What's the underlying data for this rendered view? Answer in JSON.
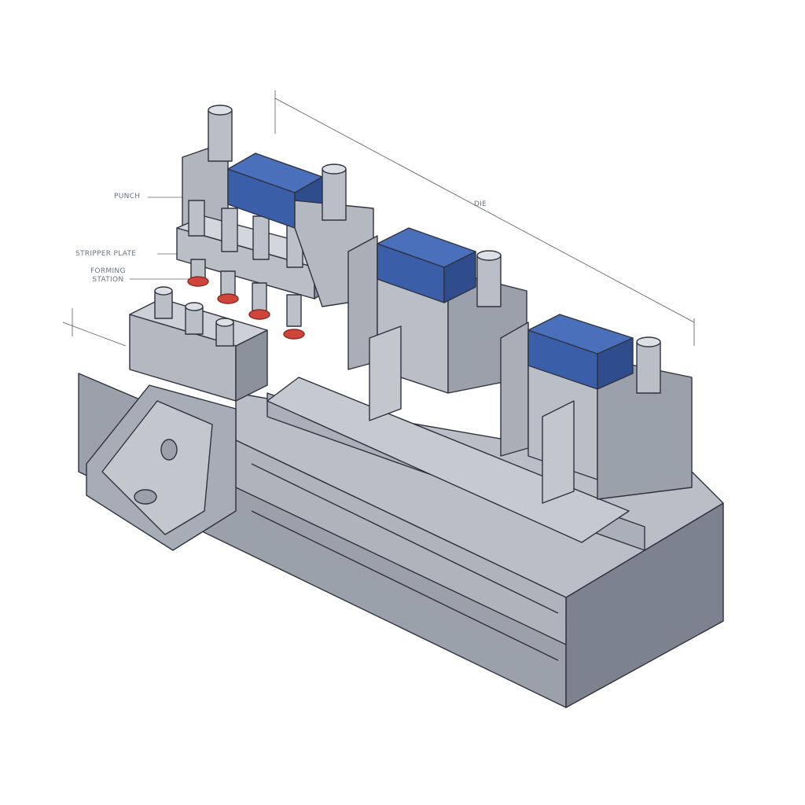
{
  "labels": {
    "punch": "PUNCH",
    "stripper_plate": "STRIPPER PLATE",
    "forming_station_line1": "FORMING",
    "forming_station_line2": "STATION",
    "die": "DIE"
  },
  "colors": {
    "steel_light": "#b9bec7",
    "steel_mid": "#9ba1ab",
    "steel_dark": "#7d838e",
    "blue_block": "#3b5ea8",
    "blue_block_side": "#2f4c8c",
    "red_ring": "#d0453a",
    "outline": "#2f3340"
  }
}
